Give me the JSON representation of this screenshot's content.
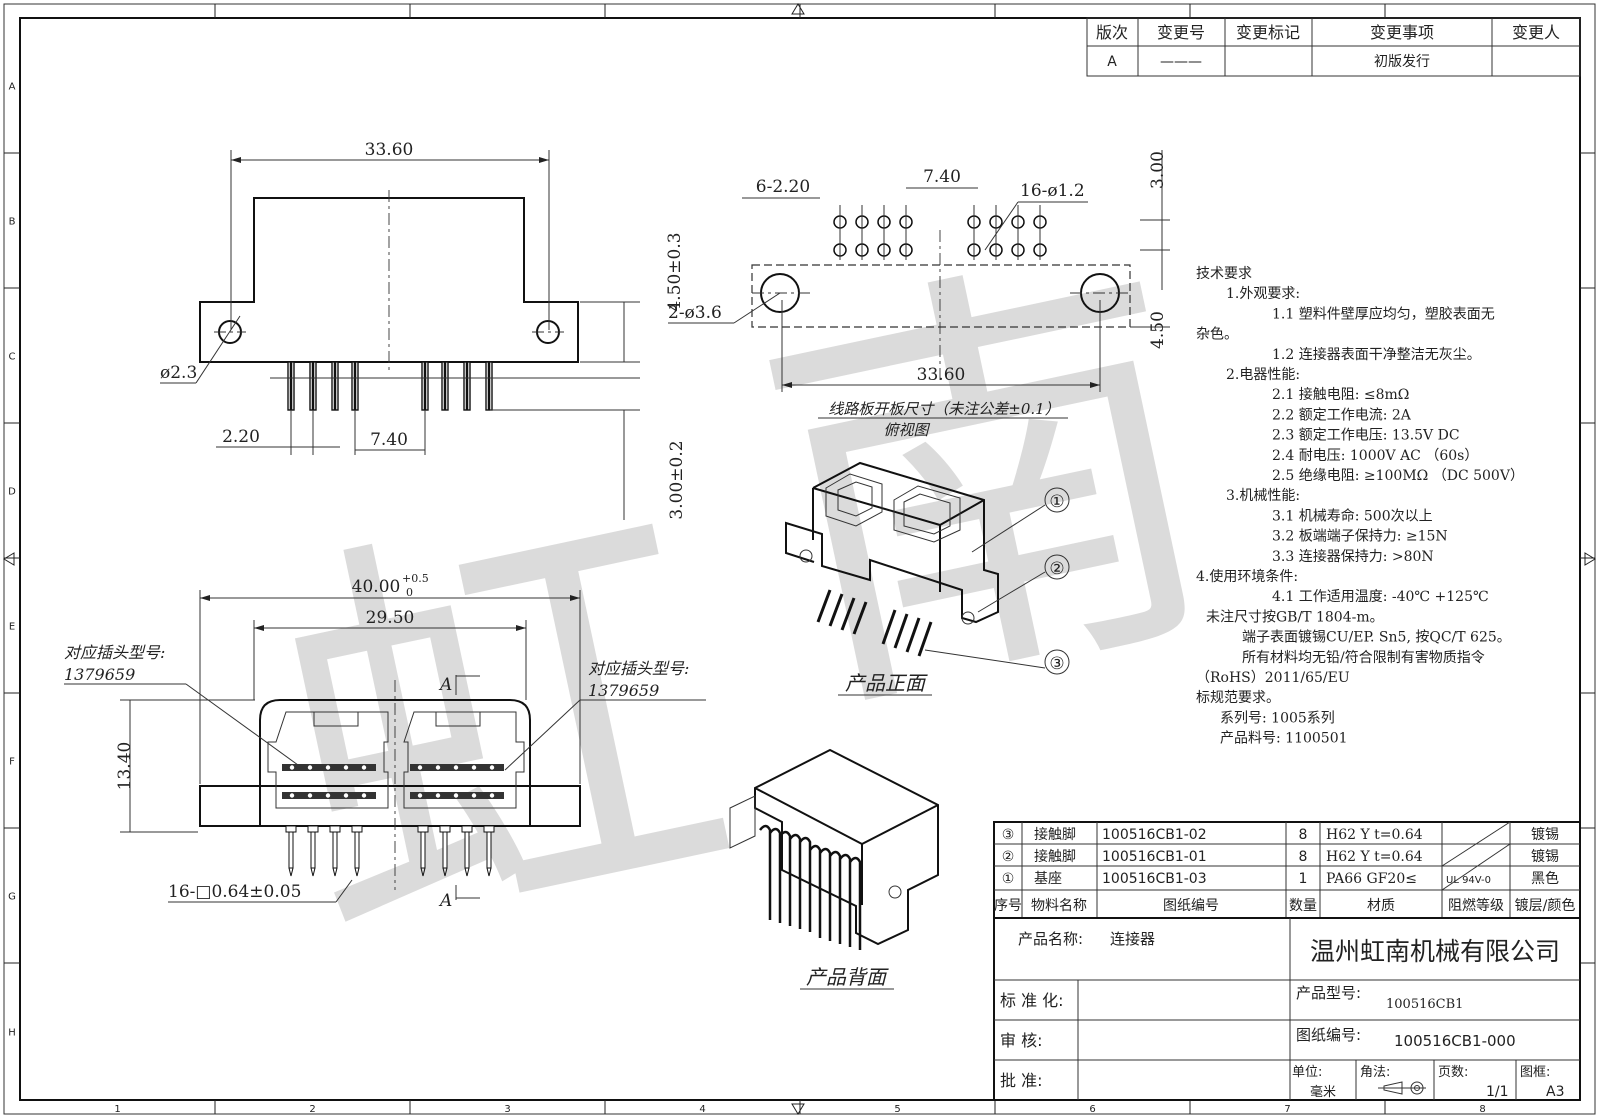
{
  "revision_table": {
    "headers": [
      "版次",
      "变更号",
      "变更标记",
      "变更事项",
      "变更人"
    ],
    "row": [
      "A",
      "———",
      "",
      "初版发行",
      ""
    ]
  },
  "grid": {
    "columns": [
      "1",
      "2",
      "3",
      "4",
      "5",
      "6",
      "7",
      "8"
    ],
    "rows": [
      "A",
      "B",
      "C",
      "D",
      "E",
      "F",
      "G",
      "H"
    ]
  },
  "side_view": {
    "dims": {
      "width_top": "33.60",
      "height": "4.50±0.3",
      "hole_dia": "ø2.3",
      "pin_pitch": "2.20",
      "group_pitch": "7.40",
      "pin_len": "3.00±0.2"
    }
  },
  "top_view": {
    "dims": {
      "pitch_holes": "6-2.20",
      "group_gap": "7.40",
      "pin_holes": "16-ø1.2",
      "row_gap": "3.00",
      "mount_holes": "2-ø3.6",
      "span": "33.60",
      "edge": "4.50"
    },
    "caption": "线路板开板尺寸（未注公差±0.1）",
    "caption2": "俯视图"
  },
  "front_view": {
    "dims": {
      "overall_w": "40.00",
      "overall_tol_top": "+0.5",
      "overall_tol_bot": "0",
      "inner_w": "29.50",
      "height": "13.40",
      "pin_sq": "16-□0.64±0.05"
    },
    "left_note_label": "对应插头型号:",
    "left_note_value": "1379659",
    "right_note_label": "对应插头型号:",
    "right_note_value": "1379659",
    "section_mark": "A"
  },
  "iso_front": {
    "caption": "产品正面",
    "callouts": [
      "①",
      "②",
      "③"
    ]
  },
  "iso_back": {
    "caption": "产品背面"
  },
  "tech_req": [
    "技术要求",
    "1.外观要求:",
    "1.1 塑料件壁厚应均匀，塑胶表面无",
    "杂色。",
    "1.2 连接器表面干净整洁无灰尘。",
    "2.电器性能:",
    "2.1 接触电阻: ≤8mΩ",
    "2.2 额定工作电流: 2A",
    "2.3 额定工作电压: 13.5V DC",
    "2.4 耐电压: 1000V AC （60s）",
    "2.5 绝缘电阻: ≥100MΩ （DC 500V）",
    "3.机械性能:",
    "3.1 机械寿命: 500次以上",
    "3.2 板端端子保持力: ≥15N",
    "3.3 连接器保持力: >80N",
    "4.使用环境条件:",
    "4.1 工作适用温度: -40℃ +125℃",
    "未注尺寸按GB/T 1804-m。",
    "端子表面镀锡CU/EP. Sn5, 按QC/T 625。",
    "所有材料均无铅/符合限制有害物质指令",
    "（RoHS）2011/65/EU",
    "标规范要求。",
    "系列号: 1005系列",
    "产品料号: 1100501"
  ],
  "bom": {
    "rows": [
      [
        "③",
        "接触脚",
        "100516CB1-02",
        "8",
        "H62 Y t=0.64",
        "",
        "镀锡"
      ],
      [
        "②",
        "接触脚",
        "100516CB1-01",
        "8",
        "H62 Y t=0.64",
        "",
        "镀锡"
      ],
      [
        "①",
        "基座",
        "100516CB1-03",
        "1",
        "PA66 GF20≤",
        "UL 94V-0",
        "黑色"
      ]
    ],
    "headers": [
      "序号",
      "物料名称",
      "图纸编号",
      "数量",
      "材质",
      "阻燃等级",
      "镀层/颜色"
    ]
  },
  "title_block": {
    "product_name_label": "产品名称:",
    "product_name": "连接器",
    "company": "温州虹南机械有限公司",
    "std_label": "标 准 化:",
    "review_label": "审      核:",
    "approve_label": "批      准:",
    "model_label": "产品型号:",
    "model": "100516CB1",
    "drawing_no_label": "图纸编号:",
    "drawing_no": "100516CB1-000",
    "unit_label": "单位:",
    "unit": "毫米",
    "angle_label": "角法:",
    "page_label": "页数:",
    "page": "1/1",
    "sheet_label": "图框:",
    "sheet": "A3"
  },
  "watermark": [
    "虹",
    "南"
  ]
}
